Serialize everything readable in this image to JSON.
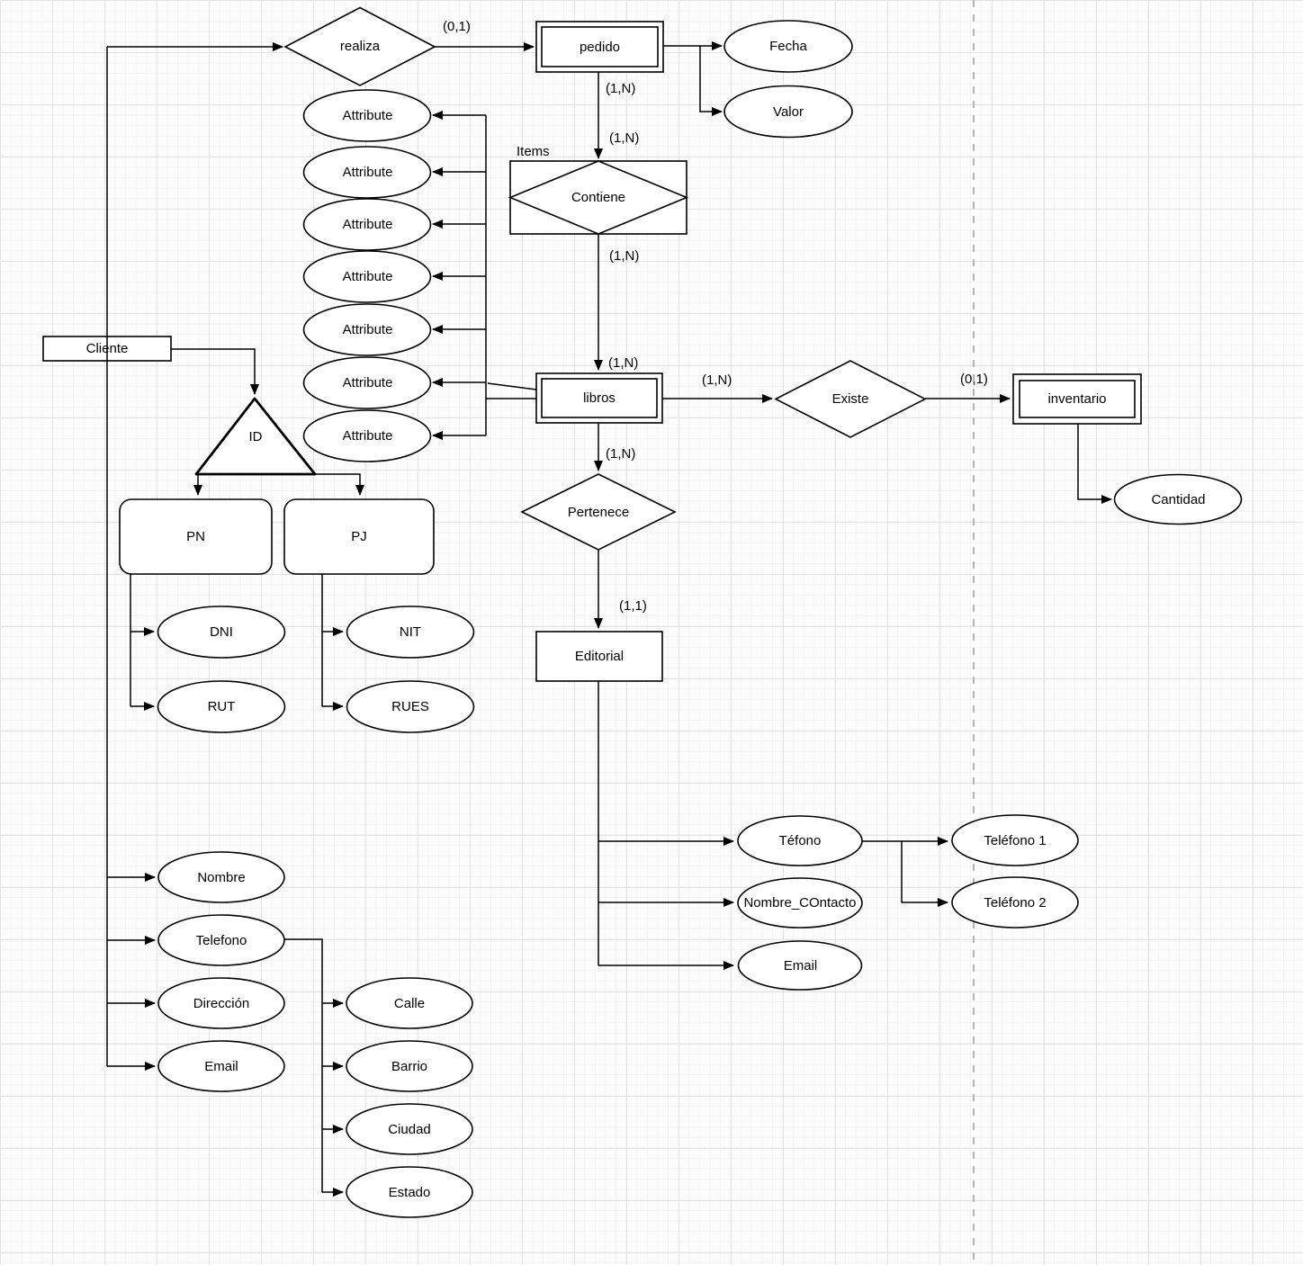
{
  "entities": {
    "cliente": "Cliente",
    "pedido": "pedido",
    "libros": "libros",
    "inventario": "inventario",
    "editorial": "Editorial"
  },
  "relationships": {
    "realiza": "realiza",
    "contiene": "Contiene",
    "existe": "Existe",
    "pertenece": "Pertenece"
  },
  "labels": {
    "items": "Items",
    "id": "ID"
  },
  "subtypes": {
    "pn": "PN",
    "pj": "PJ"
  },
  "attributes": {
    "pedido": {
      "fecha": "Fecha",
      "valor": "Valor"
    },
    "libros_generic": [
      "Attribute",
      "Attribute",
      "Attribute",
      "Attribute",
      "Attribute",
      "Attribute",
      "Attribute"
    ],
    "inventario": {
      "cantidad": "Cantidad"
    },
    "pn": {
      "dni": "DNI",
      "rut": "RUT"
    },
    "pj": {
      "nit": "NIT",
      "rues": "RUES"
    },
    "cliente": {
      "nombre": "Nombre",
      "telefono": "Telefono",
      "direccion": "Dirección",
      "email": "Email"
    },
    "telefono_sub": {
      "calle": "Calle",
      "barrio": "Barrio",
      "ciudad": "Ciudad",
      "estado": "Estado"
    },
    "editorial": {
      "tefono": "Téfono",
      "nombre_contacto": "Nombre_COntacto",
      "email": "Email"
    },
    "tefono_sub": {
      "telefono1": "Teléfono 1",
      "telefono2": "Teléfono 2"
    }
  },
  "cardinalities": {
    "realiza_pedido": "(0,1)",
    "pedido_contiene_a": "(1,N)",
    "pedido_contiene_b": "(1,N)",
    "contiene_libros_a": "(1,N)",
    "contiene_libros_b": "(1,N)",
    "libros_existe": "(1,N)",
    "existe_inventario": "(0,1)",
    "libros_pertenece": "(1,N)",
    "pertenece_editorial": "(1,1)"
  },
  "colors": {
    "stroke": "#000000",
    "shape_fill": "#ffffff",
    "grid_minor": "#f3f3f3",
    "grid_major": "#e3e3e3",
    "dashed_guide": "#b3b3b3",
    "background": "#fcfcfc"
  }
}
